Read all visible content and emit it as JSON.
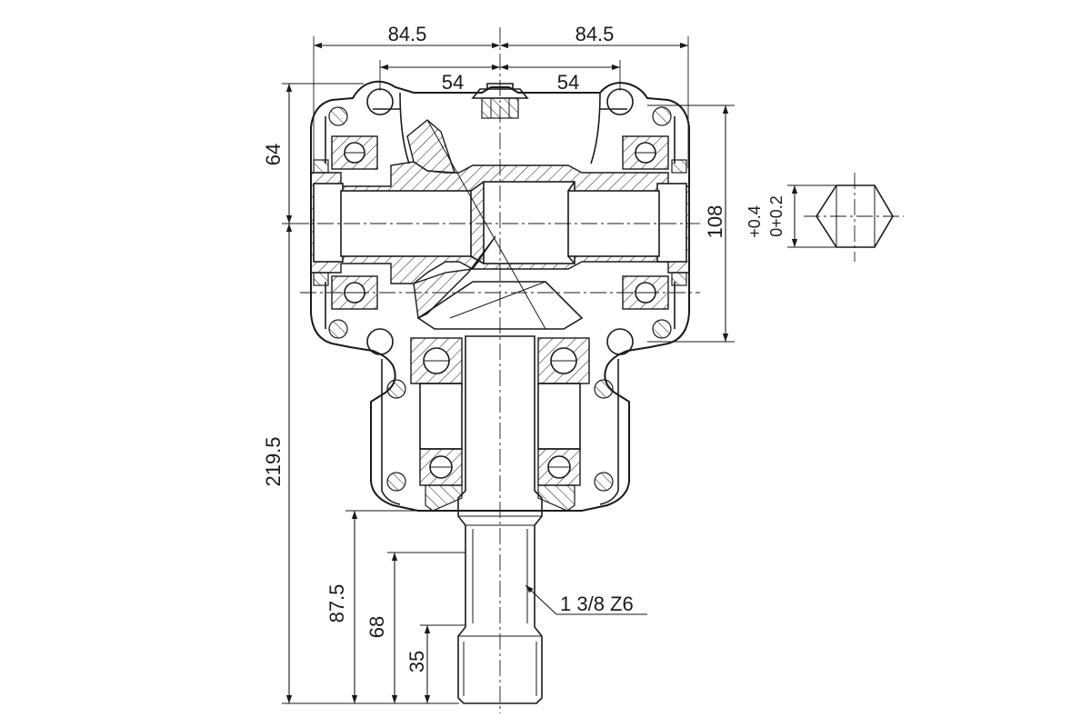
{
  "dimensions": {
    "top_left_width": "84.5",
    "top_right_width": "84.5",
    "bolt_left": "54",
    "bolt_right": "54",
    "upper_height": "64",
    "body_height": "108",
    "total_height": "219.5",
    "shaft_87": "87.5",
    "shaft_68": "68",
    "shaft_35": "35"
  },
  "callouts": {
    "spline": "1 3/8 Z6"
  },
  "tolerance": {
    "upper": "+0.4",
    "lower": "0+0.2"
  }
}
